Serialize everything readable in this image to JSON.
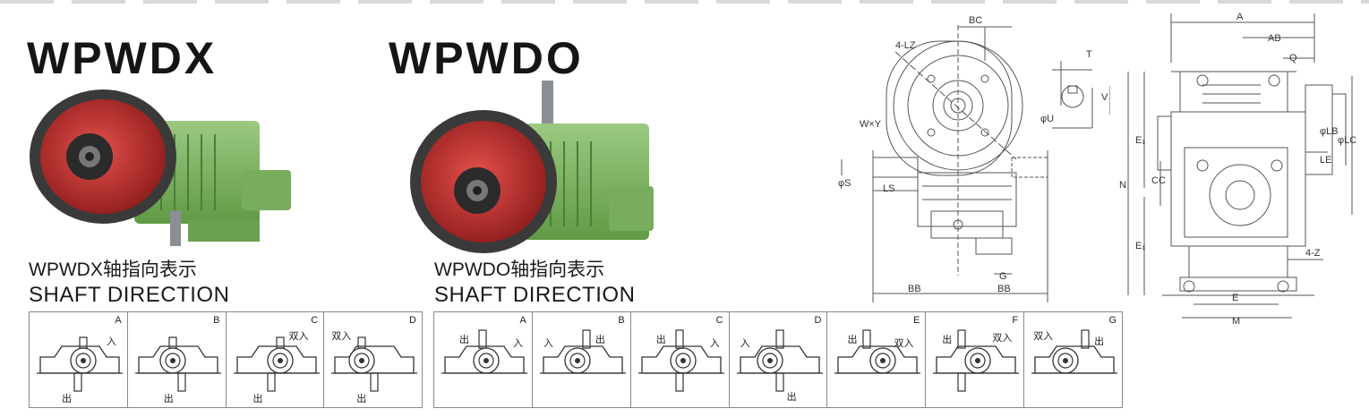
{
  "models": [
    {
      "title": "WPWDX",
      "caption_cn": "WPWDX轴指向表示",
      "caption_en": "SHAFT DIRECTION",
      "panels": [
        {
          "letter": "A",
          "tags": [
            "入",
            "出"
          ]
        },
        {
          "letter": "B",
          "tags": [
            "出"
          ]
        },
        {
          "letter": "C",
          "tags": [
            "双入",
            "出"
          ]
        },
        {
          "letter": "D",
          "tags": [
            "双入",
            "出"
          ]
        }
      ]
    },
    {
      "title": "WPWDO",
      "caption_cn": "WPWDO轴指向表示",
      "caption_en": "SHAFT DIRECTION",
      "panels": [
        {
          "letter": "A",
          "tags": [
            "出",
            "入"
          ]
        },
        {
          "letter": "B",
          "tags": [
            "入",
            "出"
          ]
        },
        {
          "letter": "C",
          "tags": [
            "出",
            "入"
          ]
        },
        {
          "letter": "D",
          "tags": [
            "入",
            "出"
          ]
        },
        {
          "letter": "E",
          "tags": [
            "出",
            "双入"
          ]
        },
        {
          "letter": "F",
          "tags": [
            "出",
            "双入"
          ]
        },
        {
          "letter": "G",
          "tags": [
            "双入",
            "出"
          ]
        }
      ]
    }
  ],
  "side_view_labels": {
    "bc": "BC",
    "four_lz": "4-LZ",
    "wxy": "W×Y",
    "t": "T",
    "v": "V",
    "phi_u": "φU",
    "phi_s": "φS",
    "ls": "LS",
    "bb_left": "BB",
    "bb_right": "BB",
    "g": "G"
  },
  "front_view_labels": {
    "a": "A",
    "ab": "AB",
    "q": "Q",
    "n": "N",
    "e1_top": "E₁",
    "cc": "CC",
    "e1_bottom": "E₁",
    "lb": "φLB",
    "lc": "φLC",
    "le": "LE",
    "four_z": "4-Z",
    "e": "E",
    "m": "M"
  }
}
